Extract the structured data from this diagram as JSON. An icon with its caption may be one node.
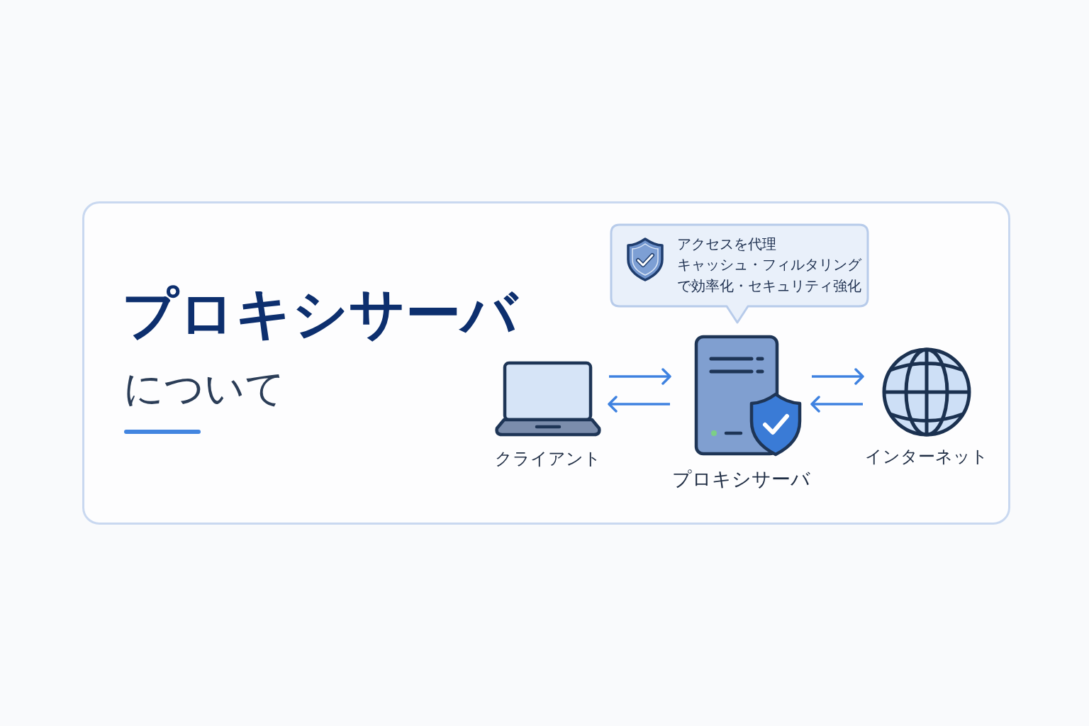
{
  "diagram": {
    "title": "プロキシサーバ",
    "nodes": [
      {
        "text": [
          "アクセスを代理",
          "キャッシュ・フィルタリングで効率化・セキュリティ強化"
        ]
      },
      {
        "text": [
          "クライアント"
        ]
      },
      {
        "text": [
          "プロキシサーバ"
        ]
      },
      {
        "text": [
          "インターネット"
        ]
      }
    ],
    "edges": [
      {
        "from": 1,
        "to": 2,
        "arrow": "to"
      },
      {
        "from": 2,
        "to": 1,
        "arrow": "to"
      },
      {
        "from": 2,
        "to": 3,
        "arrow": "to"
      },
      {
        "from": 3,
        "to": 2,
        "arrow": "to"
      }
    ],
    "labels": [
      "について"
    ]
  }
}
